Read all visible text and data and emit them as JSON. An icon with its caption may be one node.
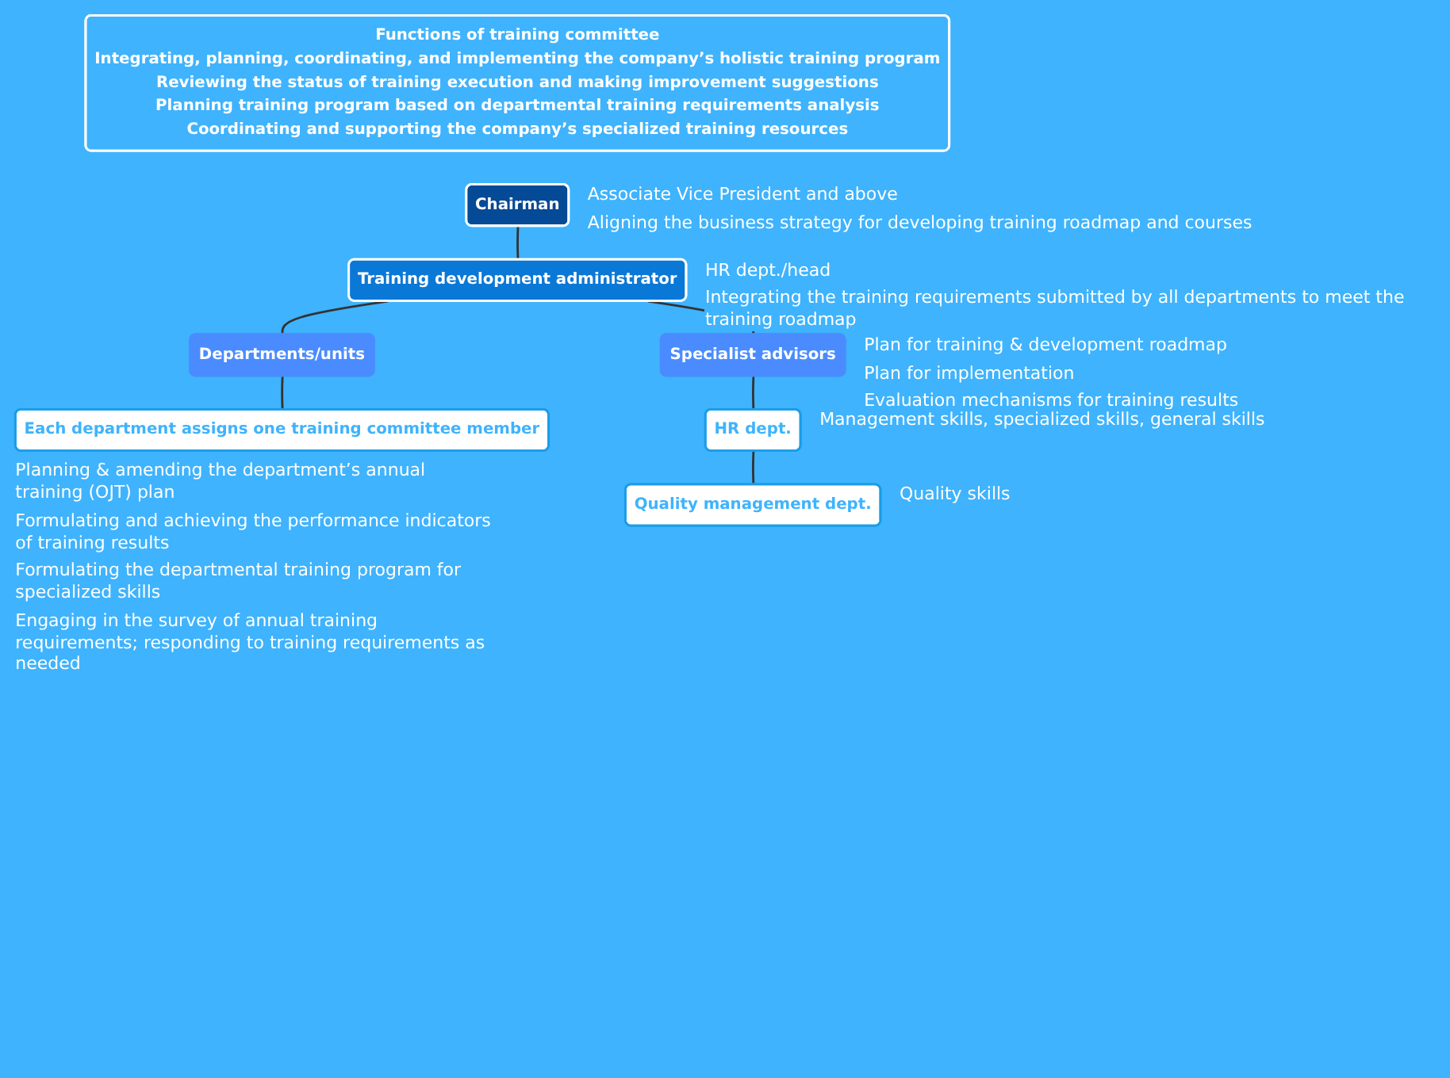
{
  "diagram": {
    "nodes": [
      {
        "text": [
          "Functions of training committee",
          "Integrating, planning, coordinating, and implementing the company’s holistic training program",
          "Reviewing the status of training execution and making improvement suggestions",
          "Planning training program based on departmental training requirements analysis",
          "Coordinating and supporting the company’s specialized training resources"
        ]
      },
      {
        "text": [
          "Chairman"
        ],
        "beside": [
          "Associate Vice President and above",
          "Aligning the business strategy for developing training roadmap and courses"
        ]
      },
      {
        "text": [
          "Training development administrator"
        ],
        "beside": [
          "HR dept./head",
          "Integrating the training requirements submitted by all departments to meet the training roadmap"
        ]
      },
      {
        "text": [
          "Departments/units"
        ]
      },
      {
        "text": [
          "Specialist advisors"
        ],
        "beside": [
          "Plan for training & development roadmap",
          "Plan for implementation",
          "Evaluation mechanisms for training results"
        ]
      },
      {
        "text": [
          "Each department assigns one training committee member"
        ],
        "beside": [
          "Planning & amending the department’s annual training (OJT) plan",
          "Formulating and achieving the performance indicators of training results",
          "Formulating the departmental training program for specialized skills",
          "Engaging in the survey of annual training requirements; responding to training requirements as needed"
        ]
      },
      {
        "text": [
          "HR dept."
        ],
        "beside": [
          "Management skills, specialized skills, general skills"
        ]
      },
      {
        "text": [
          "Quality management dept."
        ],
        "beside": [
          "Quality skills"
        ]
      }
    ],
    "edges": [
      {
        "from": 1,
        "to": 2,
        "arrow": "none"
      },
      {
        "from": 2,
        "to": 3,
        "arrow": "none"
      },
      {
        "from": 2,
        "to": 4,
        "arrow": "none"
      },
      {
        "from": 3,
        "to": 5,
        "arrow": "none"
      },
      {
        "from": 4,
        "to": 6,
        "arrow": "none"
      },
      {
        "from": 6,
        "to": 7,
        "arrow": "none"
      }
    ]
  }
}
